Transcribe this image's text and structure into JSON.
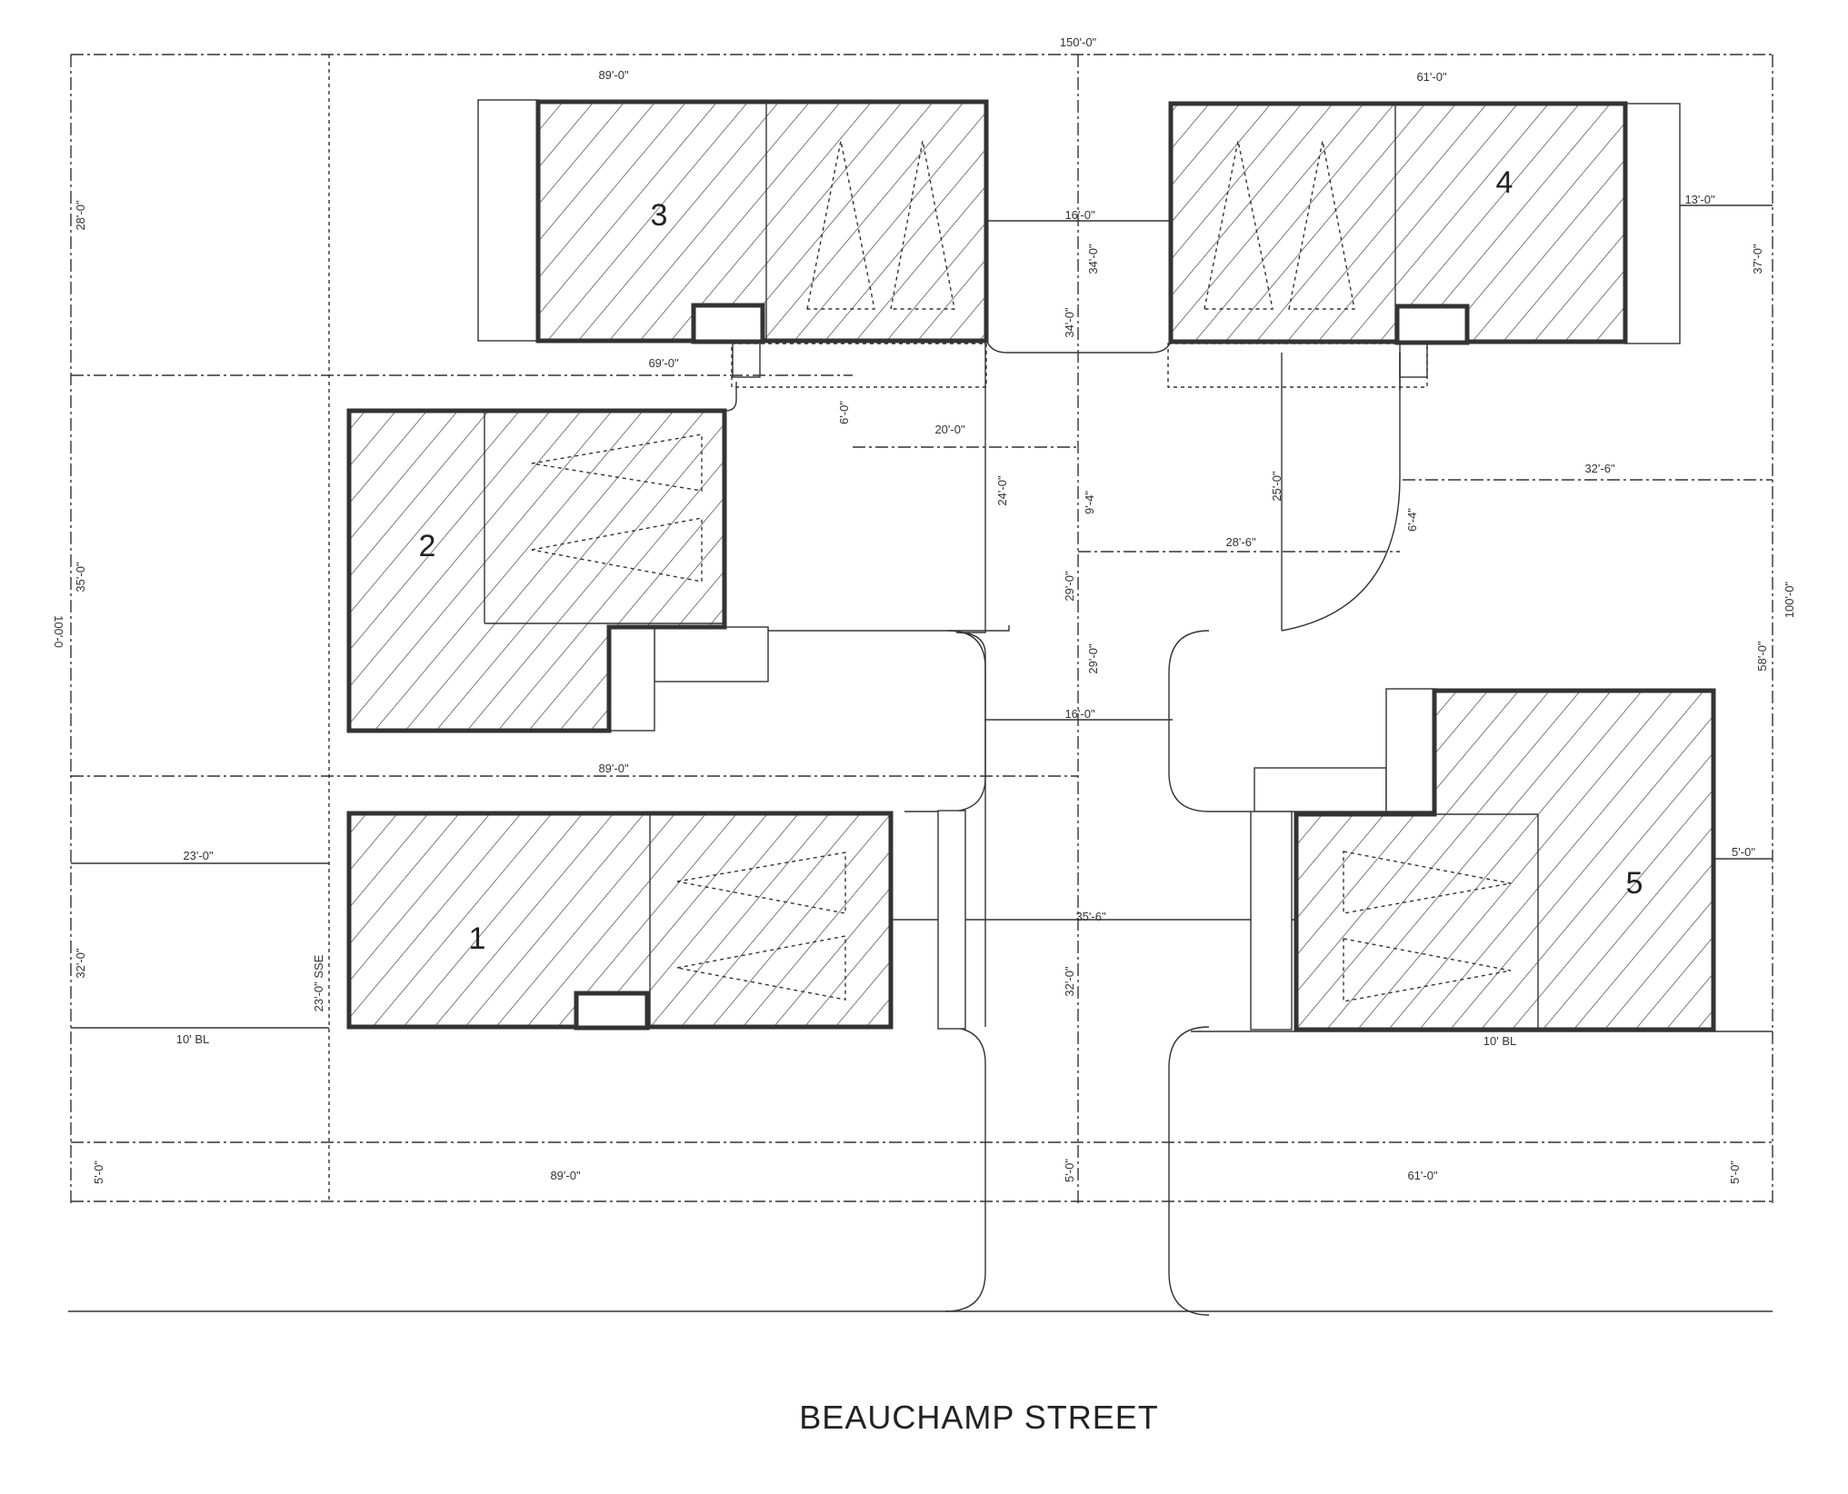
{
  "street_name": "BEAUCHAMP STREET",
  "buildings": [
    {
      "number": "1"
    },
    {
      "number": "2"
    },
    {
      "number": "3"
    },
    {
      "number": "4"
    },
    {
      "number": "5"
    }
  ],
  "dimensions": {
    "overall_width": "150'-0\"",
    "top_left_width": "89'-0\"",
    "top_right_width": "61'-0\"",
    "left_28": "28'-0\"",
    "left_35": "35'-0\"",
    "left_32": "32'-0\"",
    "left_5": "5'-0\"",
    "left_overall_partial": "100'-0",
    "gap_16_top": "16'-0\"",
    "v_34_a": "34'-0\"",
    "v_34_b": "34'-0\"",
    "right_13": "13'-0\"",
    "right_37": "37'-0\"",
    "d_69": "69'-0\"",
    "d_6": "6'-0\"",
    "d_20": "20'-0\"",
    "d_24": "24'-0\"",
    "d_9_4": "9'-4\"",
    "d_25": "25'-0\"",
    "d_32_6": "32'-6\"",
    "d_6_4": "6'-4\"",
    "d_28_6": "28'-6\"",
    "d_29_a": "29'-0\"",
    "d_29_b": "29'-0\"",
    "right_100": "100'-0\"",
    "right_58": "58'-0\"",
    "gap_16_mid": "16'-0\"",
    "mid_89": "89'-0\"",
    "d_23": "23'-0\"",
    "d_23_sse": "23'-0\" SSE",
    "d_35_6": "35'-6\"",
    "d_5_right": "5'-0\"",
    "d_32_center": "32'-0\"",
    "bl_left": "10' BL",
    "bl_right": "10' BL",
    "bottom_89": "89'-0\"",
    "bottom_61": "61'-0\"",
    "bottom_5_center": "5'-0\"",
    "bottom_5_right": "5'-0\""
  }
}
